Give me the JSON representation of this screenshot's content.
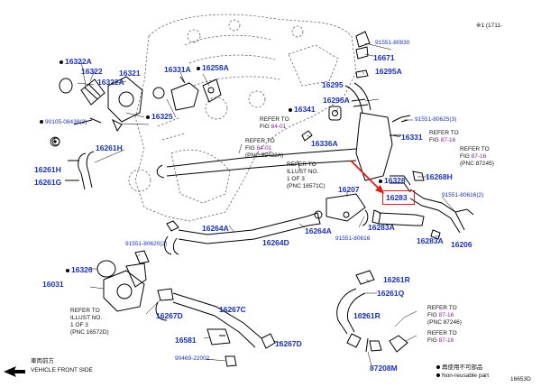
{
  "header": {
    "code": "※1 (1711-",
    "diagram_id": "16653D"
  },
  "parts": {
    "p91551_80830": "91551-80830",
    "p16671": "16671",
    "p16295a_top": "16295A",
    "p16295": "16295",
    "p16322a_1": "16322A",
    "p16322": "16322",
    "p16322a_2": "16322A",
    "p16321": "16321",
    "p16331a": "16331A",
    "p16258a": "16258A",
    "p16325": "16325",
    "p90105_08438": "90105-08438",
    "p90105_qty": "(3)",
    "p16295a_mid": "16295A",
    "p16341": "16341",
    "p91551_80625": "91551-80625",
    "p91551_80625_qty": "(3)",
    "p16331": "16331",
    "p16336a": "16336A",
    "p16261h": "16261H",
    "p16261h_2": "16261H",
    "p16261g": "16261G",
    "p16328": "16328",
    "p16268h": "16268H",
    "p16283": "16283",
    "p16207": "16207",
    "p91551_80616": "91551-80616",
    "p91551_80616_qty": "(2)",
    "p16264a_1": "16264A",
    "p16264a_2": "16264A",
    "p16264d": "16264D",
    "p91551_80616_b": "91551-80616",
    "p16283a_1": "16283A",
    "p16283a_2": "16283A",
    "p16206": "16206",
    "p91551_80620": "91551-80620",
    "p91551_80620_qty": "(2)",
    "p16326": "16326",
    "p16031": "16031",
    "p16261r_1": "16261R",
    "p16261q": "16261Q",
    "p16261r_2": "16261R",
    "p16267d_1": "16267D",
    "p16267c": "16267C",
    "p16581": "16581",
    "p16267d_2": "16267D",
    "p90469_22002": "90469-22002",
    "p87208m": "87208M",
    "p1": "1"
  },
  "refs": {
    "r1": {
      "l1": "REFER TO",
      "l2": "FIG",
      "fig": "84-01"
    },
    "r2": {
      "l1": "REFER TO",
      "l2": "FIG",
      "fig": "84-01",
      "l3": "(PNC 89422A)"
    },
    "r3": {
      "l1": "REFER TO",
      "l2": "ILLUST NO.",
      "l3": "1 OF 3",
      "l4": "(PNC 16571C)"
    },
    "r4": {
      "l1": "REFER TO",
      "l2": "FIG",
      "fig": "87-16"
    },
    "r5": {
      "l1": "REFER TO",
      "l2": "FIG",
      "fig": "87-16",
      "l3": "(PNC 87245)"
    },
    "r6": {
      "l1": "REFER TO",
      "l2": "ILLUST NO.",
      "l3": "1 OF 3",
      "l4": "(PNC 16572D)"
    },
    "r7": {
      "l1": "REFER TO",
      "l2": "FIG",
      "fig": "87-16",
      "l3": "(PNC 87246)"
    },
    "r8": {
      "l1": "REFER TO",
      "l2": "FIG",
      "fig": "87-16"
    }
  },
  "legend": {
    "front_jp": "車両前方",
    "front_en": "VEHICLE FRONT SIDE",
    "reuse_jp": "再使用不可部品",
    "reuse_en": "Non-reusable part"
  },
  "colors": {
    "part_number": "#1a2fc4",
    "figure_ref": "#8b1fa8",
    "highlight": "#e21a1a"
  }
}
